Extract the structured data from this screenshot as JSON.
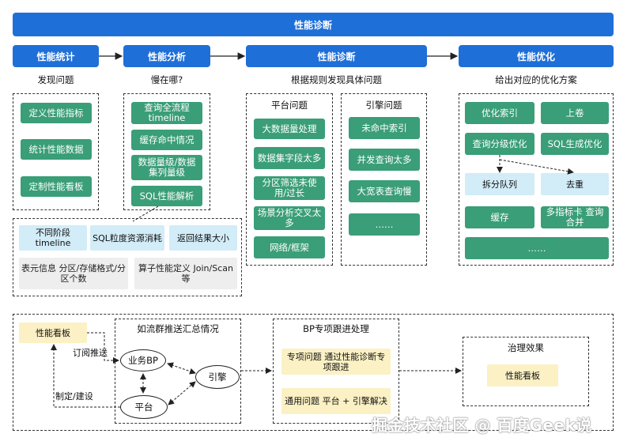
{
  "header": {
    "title": "性能诊断"
  },
  "stages": [
    {
      "title": "性能统计",
      "subtitle": "发现问题"
    },
    {
      "title": "性能分析",
      "subtitle": "慢在哪?"
    },
    {
      "title": "性能诊断",
      "subtitle": "根据规则发现具体问题"
    },
    {
      "title": "性能优化",
      "subtitle": "给出对应的优化方案"
    }
  ],
  "stats_items": [
    "定义性能指标",
    "统计性能数据",
    "定制性能看板"
  ],
  "analysis_items": [
    "查询全流程 timeline",
    "缓存命中情况",
    "数据量级/数据集列量级",
    "SQL性能解析"
  ],
  "analysis_detail": {
    "top": [
      "不同阶段 timeline",
      "SQL粒度资源消耗",
      "返回结果大小"
    ],
    "bottom": [
      "表元信息 分区/存储格式/分区个数",
      "算子性能定义 Join/Scan等"
    ]
  },
  "platform": {
    "title": "平台问题",
    "items": [
      "大数据量处理",
      "数据集字段太多",
      "分区筛选未使用/过长",
      "场景分析交叉太多",
      "网络/框架"
    ]
  },
  "engine": {
    "title": "引擎问题",
    "items": [
      "未命中索引",
      "并发查询太多",
      "大宽表查询慢",
      "……"
    ]
  },
  "optimization": {
    "items": [
      "优化索引",
      "上卷",
      "查询分级优化",
      "SQL生成优化",
      "拆分队列",
      "去重",
      "缓存",
      "多指标卡 查询合并",
      "……"
    ]
  },
  "bottom": {
    "dashboard": "性能看板",
    "subscribe": "订阅推送",
    "build": "制定/建设",
    "flow_title": "如流群推送汇总情况",
    "business": "业务BP",
    "engine": "引擎",
    "platform": "平台",
    "bp_title": "BP专项跟进处理",
    "special": "专项问题 通过性能诊断专项跟进",
    "general": "通用问题 平台 + 引擎解决",
    "governance_title": "治理效果",
    "governance_dashboard": "性能看板"
  },
  "watermark": "掘金技术社区 @ 百度Geek说",
  "colors": {
    "blue": "#1f6fd8",
    "green": "#3a9e78",
    "light_blue": "#d2ecf8",
    "grey": "#eeeeee",
    "yellow": "#fbf1c4"
  }
}
